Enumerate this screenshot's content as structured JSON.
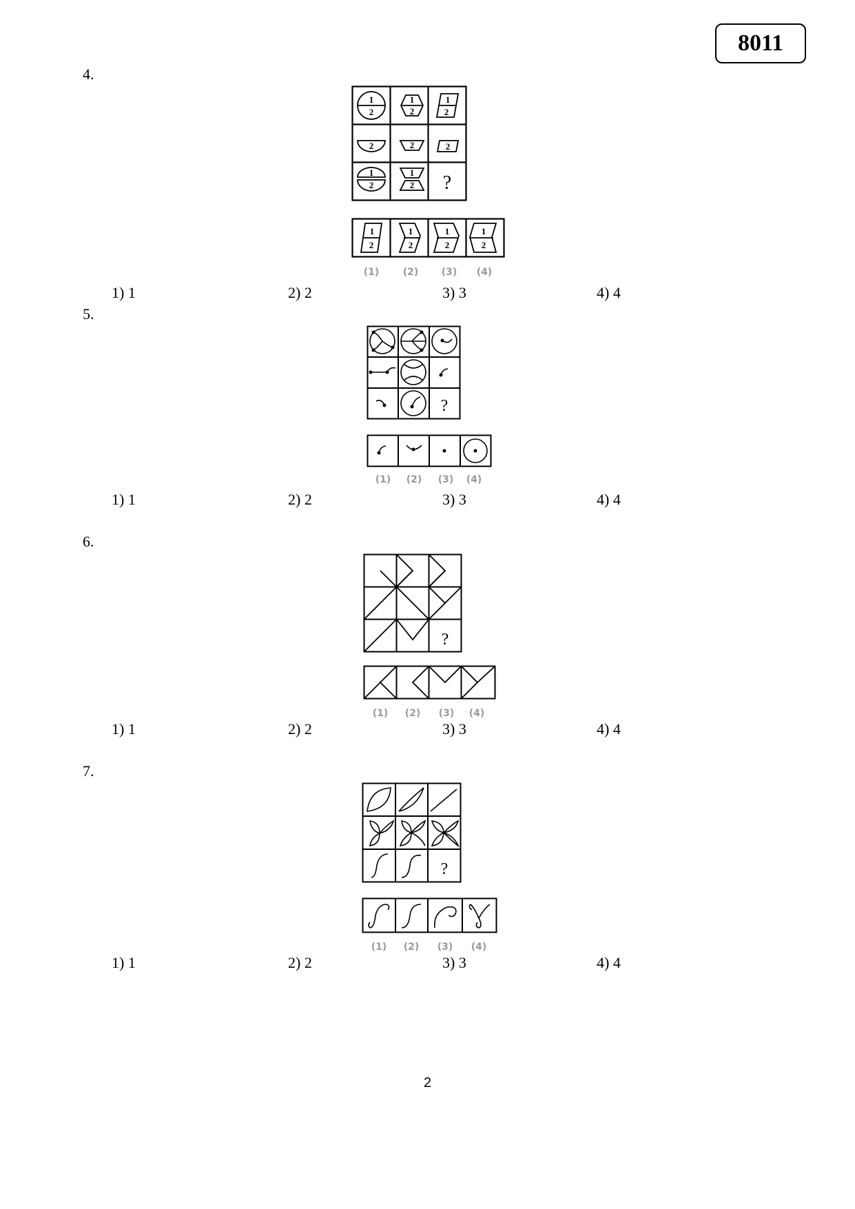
{
  "header": {
    "paper_code": "8011"
  },
  "questions": [
    {
      "number": "4.",
      "question_mark": "?",
      "fraction_top": "1",
      "fraction_bottom": "2",
      "answer_labels": [
        "(1)",
        "(2)",
        "(3)",
        "(4)"
      ],
      "options": [
        "1)  1",
        "2) 2",
        "3) 3",
        "4) 4"
      ]
    },
    {
      "number": "5.",
      "question_mark": "?",
      "answer_labels": [
        "(1)",
        "(2)",
        "(3)",
        "(4)"
      ],
      "options": [
        "1)  1",
        "2) 2",
        "3) 3",
        "4) 4"
      ]
    },
    {
      "number": "6.",
      "question_mark": "?",
      "answer_labels": [
        "(1)",
        "(2)",
        "(3)",
        "(4)"
      ],
      "options": [
        "1)  1",
        "2) 2",
        "3) 3",
        "4) 4"
      ]
    },
    {
      "number": "7.",
      "question_mark": "?",
      "answer_labels": [
        "(1)",
        "(2)",
        "(3)",
        "(4)"
      ],
      "options": [
        "1)  1",
        "2) 2",
        "3) 3",
        "4) 4"
      ]
    }
  ],
  "footer": {
    "page_number": "2"
  }
}
